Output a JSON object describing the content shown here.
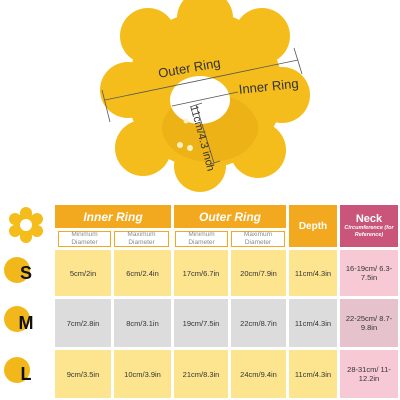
{
  "illustration": {
    "outer_label": "Outer Ring",
    "inner_label": "Inner Ring",
    "dimension_label": "11cm/4.3 inch",
    "colors": {
      "ring": "#f4bd1c",
      "shade": "#e8a912"
    }
  },
  "table": {
    "header": {
      "inner_ring": "Inner Ring",
      "outer_ring": "Outer Ring",
      "depth": "Depth",
      "neck": "Neck",
      "neck_note": "Circumference (for Reference)"
    },
    "subheaders": {
      "inner_min": "Minimum Diameter",
      "inner_max": "Maximum Diameter",
      "outer_min": "Minimum Diameter",
      "outer_max": "Maximum Diameter"
    },
    "rows": [
      {
        "size": "S",
        "inner_min": "5cm/2in",
        "inner_max": "6cm/2.4in",
        "outer_min": "17cm/6.7in",
        "outer_max": "20cm/7.9in",
        "depth": "11cm/4.3in",
        "neck": "16-19cm/ 6.3-7.5in"
      },
      {
        "size": "M",
        "inner_min": "7cm/2.8in",
        "inner_max": "8cm/3.1in",
        "outer_min": "19cm/7.5in",
        "outer_max": "22cm/8.7in",
        "depth": "11cm/4.3in",
        "neck": "22-25cm/ 8.7-9.8in"
      },
      {
        "size": "L",
        "inner_min": "9cm/3.5in",
        "inner_max": "10cm/3.9in",
        "outer_min": "21cm/8.3in",
        "outer_max": "24cm/9.4in",
        "depth": "11cm/4.3in",
        "neck": "28-31cm/ 11-12.2in"
      }
    ],
    "colors": {
      "header": "#f2a91f",
      "neck_header": "#c9567a",
      "row_yellow": "#fde590",
      "row_gray": "#dcdcdc"
    }
  }
}
